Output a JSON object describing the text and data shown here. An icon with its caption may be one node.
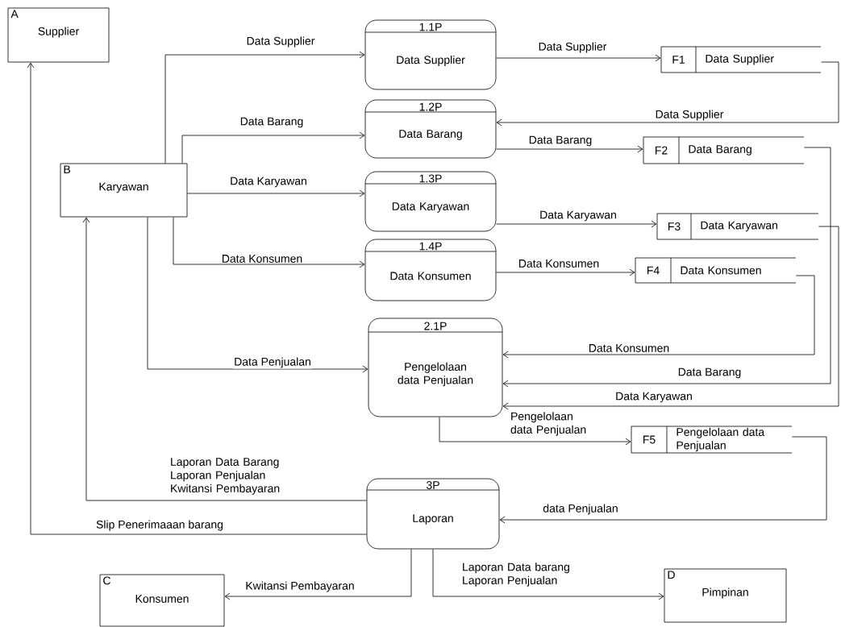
{
  "diagram": {
    "nodes": [
      {
        "text": [
          "A",
          "Supplier"
        ]
      },
      {
        "text": [
          "B",
          "Karyawan"
        ]
      },
      {
        "text": [
          "C",
          "Konsumen"
        ]
      },
      {
        "text": [
          "D",
          "Pimpinan"
        ]
      },
      {
        "text": [
          "1.1P",
          "Data Supplier"
        ]
      },
      {
        "text": [
          "1.2P",
          "Data Barang"
        ]
      },
      {
        "text": [
          "1.3P",
          "Data Karyawan"
        ]
      },
      {
        "text": [
          "1.4P",
          "Data Konsumen"
        ]
      },
      {
        "text": [
          "2.1P",
          "Pengelolaan data Penjualan"
        ]
      },
      {
        "text": [
          "3P",
          "Laporan"
        ]
      },
      {
        "text": [
          "F1",
          "Data Supplier"
        ]
      },
      {
        "text": [
          "F2",
          "Data Barang"
        ]
      },
      {
        "text": [
          "F3",
          "Data Karyawan"
        ]
      },
      {
        "text": [
          "F4",
          "Data Konsumen"
        ]
      },
      {
        "text": [
          "F5",
          "Pengelolaan data Penjualan"
        ]
      }
    ],
    "edges": [
      {
        "from": 1,
        "to": 4,
        "arrow": "to",
        "label": "Data Supplier"
      },
      {
        "from": 1,
        "to": 5,
        "arrow": "to",
        "label": "Data Barang"
      },
      {
        "from": 1,
        "to": 6,
        "arrow": "to",
        "label": "Data Karyawan"
      },
      {
        "from": 1,
        "to": 7,
        "arrow": "to",
        "label": "Data Konsumen"
      },
      {
        "from": 1,
        "to": 8,
        "arrow": "to",
        "label": "Data Penjualan"
      },
      {
        "from": 4,
        "to": 10,
        "arrow": "to",
        "label": "Data Supplier"
      },
      {
        "from": 10,
        "to": 5,
        "arrow": "to",
        "label": "Data Supplier"
      },
      {
        "from": 5,
        "to": 11,
        "arrow": "to",
        "label": "Data Barang"
      },
      {
        "from": 6,
        "to": 12,
        "arrow": "to",
        "label": "Data Karyawan"
      },
      {
        "from": 7,
        "to": 13,
        "arrow": "to",
        "label": "Data Konsumen"
      },
      {
        "from": 13,
        "to": 8,
        "arrow": "to",
        "label": "Data Konsumen"
      },
      {
        "from": 11,
        "to": 8,
        "arrow": "to",
        "label": "Data Barang"
      },
      {
        "from": 12,
        "to": 8,
        "arrow": "to",
        "label": "Data Karyawan"
      },
      {
        "from": 8,
        "to": 14,
        "arrow": "to",
        "label": "Pengelolaan data Penjualan"
      },
      {
        "from": 14,
        "to": 9,
        "arrow": "to",
        "label": "data Penjualan"
      },
      {
        "from": 9,
        "to": 1,
        "arrow": "to",
        "label": "Laporan Data Barang Laporan Penjualan Kwitansi Pembayaran"
      },
      {
        "from": 9,
        "to": 0,
        "arrow": "to",
        "label": "Slip Penerimaaan barang"
      },
      {
        "from": 9,
        "to": 2,
        "arrow": "to",
        "label": "Kwitansi Pembayaran"
      },
      {
        "from": 9,
        "to": 3,
        "arrow": "to",
        "label": "Laporan Data barang Laporan Penjualan"
      }
    ]
  }
}
